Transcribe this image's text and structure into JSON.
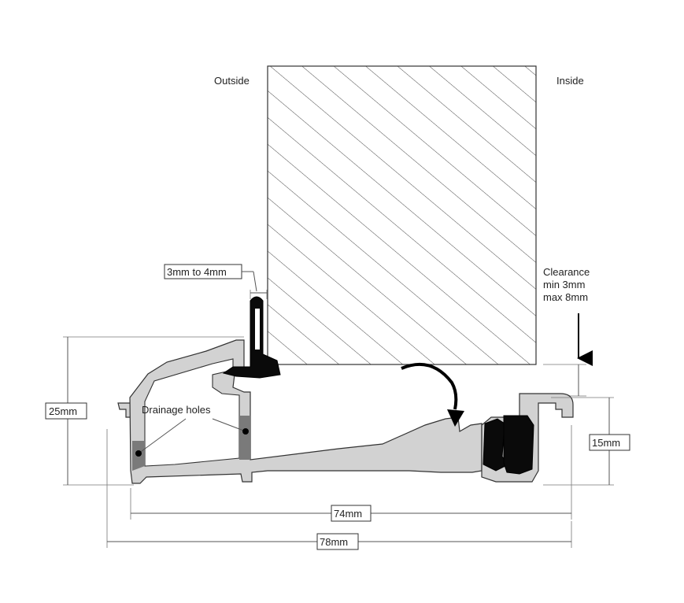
{
  "labels": {
    "outside": "Outside",
    "inside": "Inside",
    "drainage": "Drainage holes",
    "clearance_line1": "Clearance",
    "clearance_line2": "min 3mm",
    "clearance_line3": "max 8mm"
  },
  "dimensions": {
    "gap": "3mm to 4mm",
    "height_total": "25mm",
    "height_inner": "15mm",
    "width_inner": "74mm",
    "width_total": "78mm"
  },
  "colors": {
    "profile_fill": "#d2d2d2",
    "drainage_fill": "#7a7a7a",
    "gasket": "#0a0a0a",
    "hatch": "#4a4a4a"
  }
}
